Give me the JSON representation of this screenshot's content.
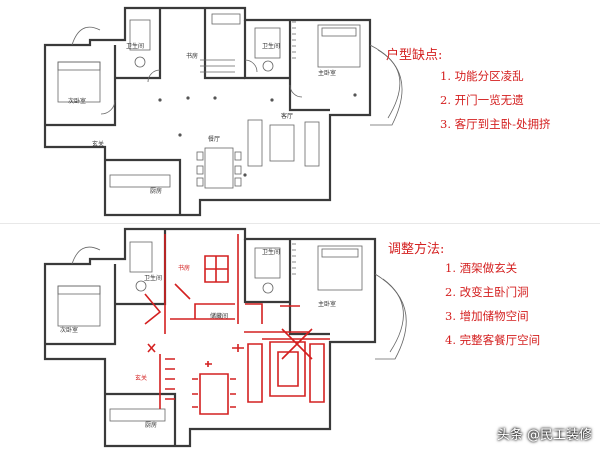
{
  "plan_top": {
    "rooms": {
      "second_bedroom": "次卧室",
      "bathroom_1": "卫生间",
      "study": "书房",
      "bathroom_2": "卫生间",
      "master_bedroom": "主卧室",
      "living_room": "客厅",
      "dining": "餐厅",
      "entrance": "玄关",
      "kitchen": "厨房"
    },
    "panel_title": "户型缺点:",
    "items": [
      "1. 功能分区凌乱",
      "2. 开门一览无遗",
      "3. 客厅到主卧-处拥挤"
    ]
  },
  "plan_bottom": {
    "rooms": {
      "second_bedroom": "次卧室",
      "bathroom_1": "卫生间",
      "study": "书房",
      "storage": "储藏间",
      "bathroom_2": "卫生间",
      "master_bedroom": "主卧室",
      "entrance": "玄关",
      "kitchen": "厨房"
    },
    "panel_title": "调整方法:",
    "items": [
      "1. 酒架做玄关",
      "2. 改变主卧门洞",
      "3. 增加储物空间",
      "4. 完整客餐厅空间"
    ]
  },
  "watermark": "头条 @民工装修",
  "colors": {
    "annotation": "#d42020",
    "wall": "#3a3a3a"
  }
}
